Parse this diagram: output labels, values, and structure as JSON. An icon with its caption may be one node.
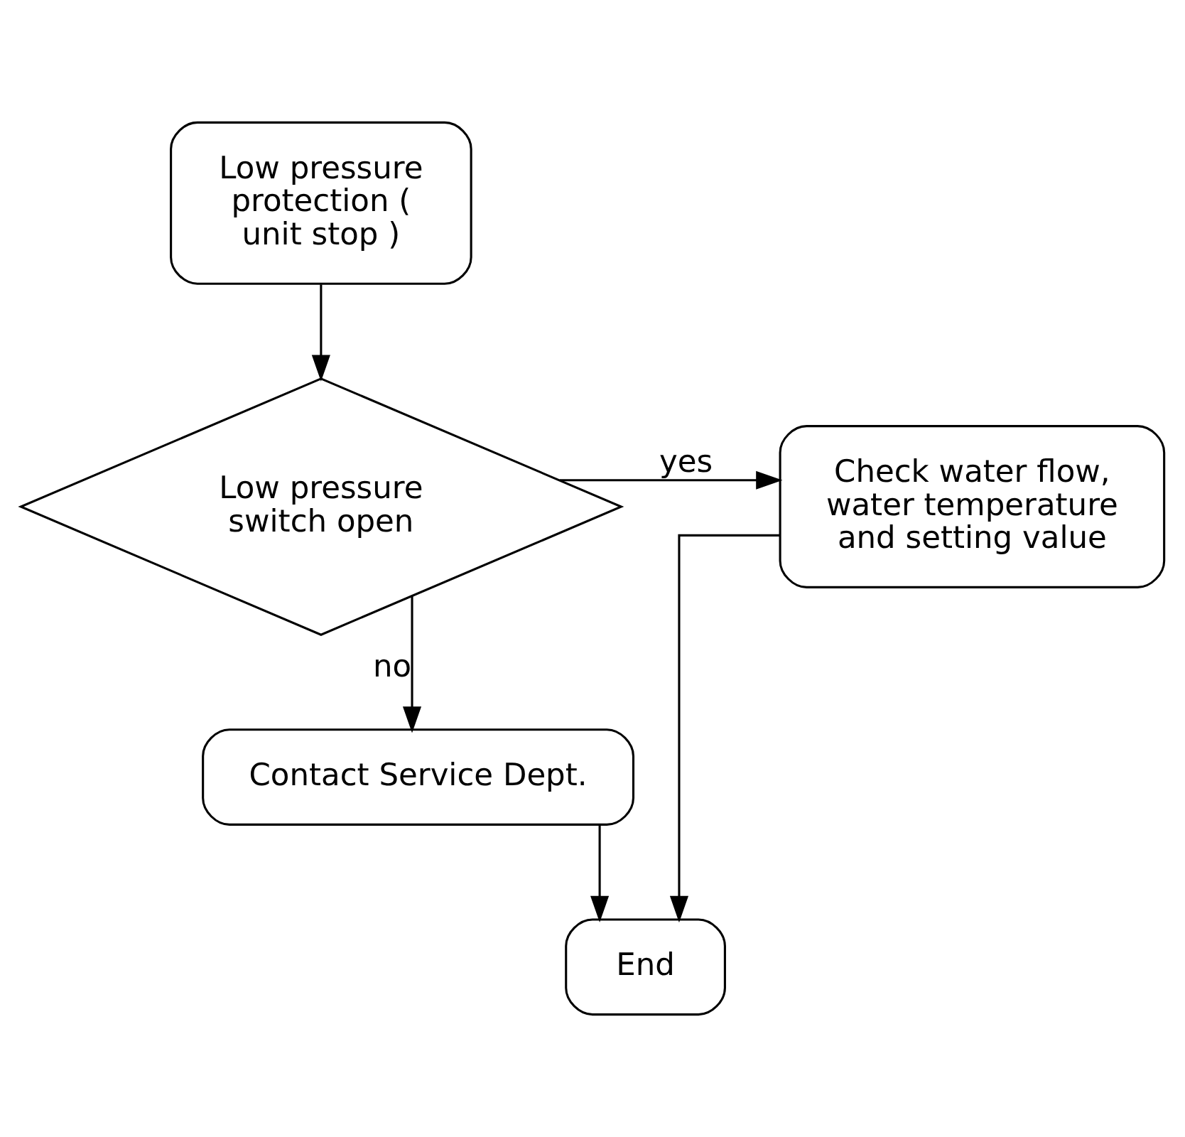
{
  "diagram": {
    "nodes": [
      {
        "text": [
          "Low pressure protection ( unit stop )"
        ]
      },
      {
        "text": [
          "Low pressure switch open"
        ]
      },
      {
        "text": [
          "Check water flow, water temperature and setting value"
        ]
      },
      {
        "text": [
          "Contact Service Dept."
        ]
      },
      {
        "text": [
          "End"
        ]
      }
    ],
    "edges": [
      {
        "from": 0,
        "to": 1,
        "arrow": "to"
      },
      {
        "from": 1,
        "to": 2,
        "arrow": "to",
        "label": "yes"
      },
      {
        "from": 1,
        "to": 3,
        "arrow": "to",
        "label": "no"
      },
      {
        "from": 3,
        "to": 4,
        "arrow": "to"
      },
      {
        "from": 2,
        "to": 4,
        "arrow": "to"
      }
    ]
  }
}
